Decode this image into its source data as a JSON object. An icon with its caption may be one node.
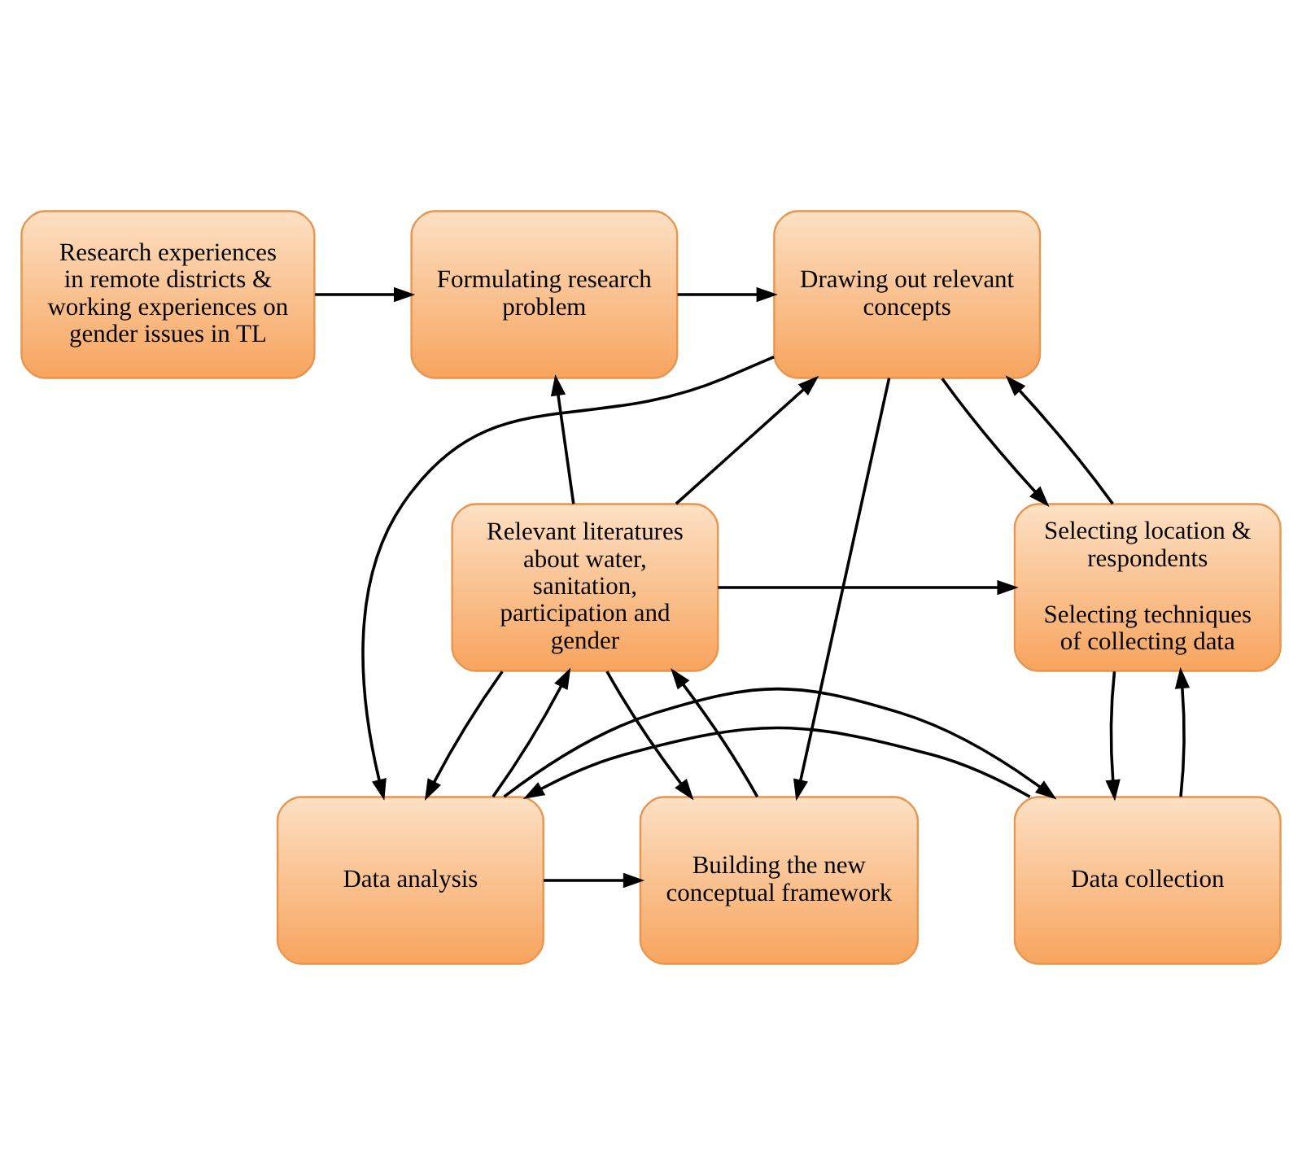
{
  "diagram": {
    "nodes": [
      {
        "text": [
          "Research experiences in remote districts & working experiences on gender issues in TL"
        ]
      },
      {
        "text": [
          "Formulating research problem"
        ]
      },
      {
        "text": [
          "Drawing out relevant concepts"
        ]
      },
      {
        "text": [
          "Relevant literatures about water, sanitation, participation and gender"
        ]
      },
      {
        "text": [
          "Selecting location & respondents",
          "Selecting techniques of collecting data"
        ]
      },
      {
        "text": [
          "Building the new conceptual framework"
        ]
      },
      {
        "text": [
          "Data analysis"
        ]
      },
      {
        "text": [
          "Data collection"
        ]
      }
    ],
    "edges": [
      {
        "from": 0,
        "to": 1,
        "arrow": "to"
      },
      {
        "from": 1,
        "to": 2,
        "arrow": "to"
      },
      {
        "from": 2,
        "to": 4,
        "arrow": "to"
      },
      {
        "from": 4,
        "to": 2,
        "arrow": "to"
      },
      {
        "from": 3,
        "to": 1,
        "arrow": "to"
      },
      {
        "from": 3,
        "to": 2,
        "arrow": "to"
      },
      {
        "from": 3,
        "to": 4,
        "arrow": "to"
      },
      {
        "from": 3,
        "to": 6,
        "arrow": "to"
      },
      {
        "from": 2,
        "to": 5,
        "arrow": "to"
      },
      {
        "from": 2,
        "to": 6,
        "arrow": "to"
      },
      {
        "from": 4,
        "to": 7,
        "arrow": "to"
      },
      {
        "from": 7,
        "to": 4,
        "arrow": "to"
      },
      {
        "from": 7,
        "to": 6,
        "arrow": "to"
      },
      {
        "from": 6,
        "to": 7,
        "arrow": "to"
      },
      {
        "from": 6,
        "to": 5,
        "arrow": "to"
      },
      {
        "from": 6,
        "to": 3,
        "arrow": "to"
      },
      {
        "from": 3,
        "to": 5,
        "arrow": "to"
      },
      {
        "from": 5,
        "to": 3,
        "arrow": "to"
      }
    ]
  }
}
